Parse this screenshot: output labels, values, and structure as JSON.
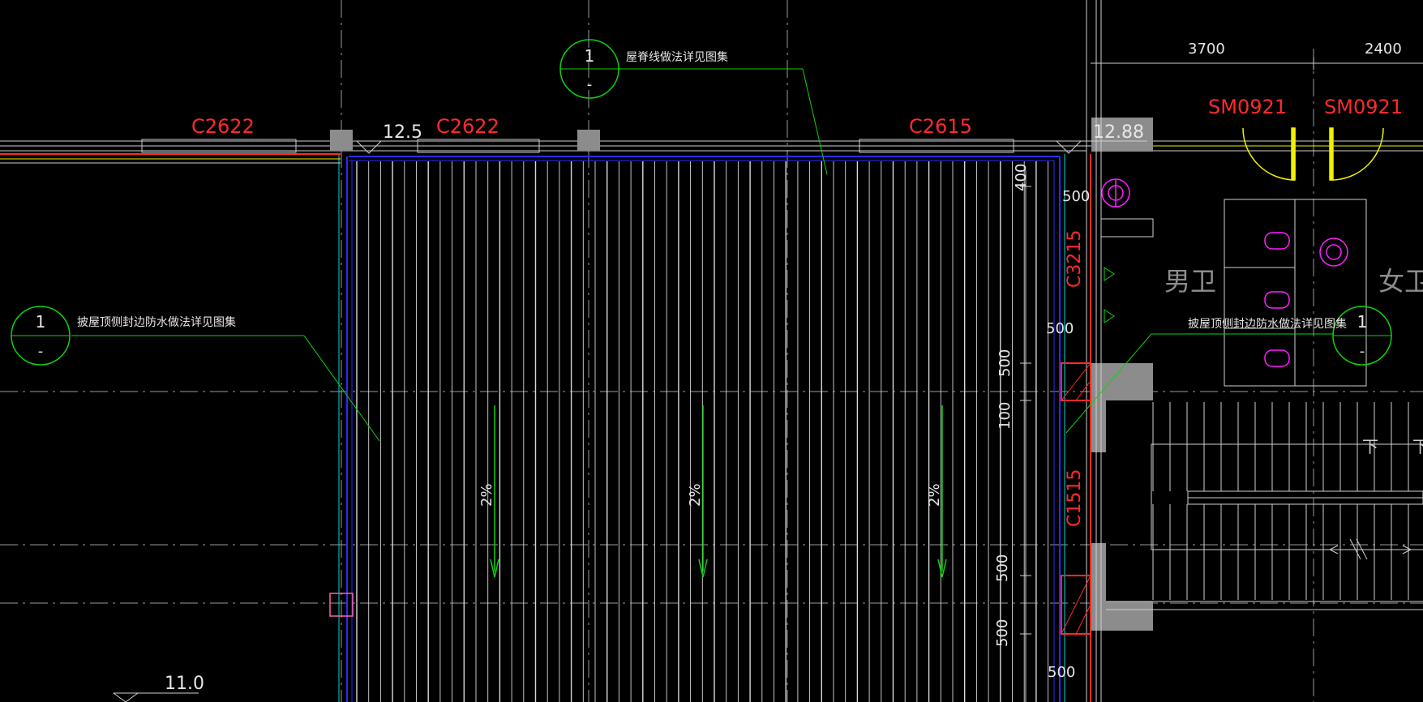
{
  "colors": {
    "background": "#000000",
    "text_white": "#e6e6e6",
    "red": "#ff2a2a",
    "green": "#10d010",
    "blue": "#2a2aff",
    "yellow": "#f0f000",
    "magenta": "#ff20ff",
    "gray": "#8c8c8c",
    "cyan": "#00d6d6"
  },
  "windows": {
    "w1": "C2622",
    "w2": "C2622",
    "w3": "C2615",
    "w4": "C3215",
    "w5": "C1515"
  },
  "doors": {
    "d1": "SM0921",
    "d2": "SM0921"
  },
  "elevations": {
    "e1": "12.5",
    "e2": "12.88",
    "e3": "11.0"
  },
  "dimensions": {
    "top1": "3700",
    "top2": "2400",
    "v400": "400",
    "h500a": "500",
    "h500b": "500",
    "v500a": "500",
    "v100": "100",
    "v500b": "500",
    "v500c": "500",
    "h500c": "500"
  },
  "slopes": {
    "s1": "2%",
    "s2": "2%",
    "s3": "2%"
  },
  "callouts": {
    "c1": {
      "num": "1",
      "sub": "-",
      "note": "屋脊线做法详见图集"
    },
    "c2": {
      "num": "1",
      "sub": "-",
      "note": "披屋顶侧封边防水做法详见图集"
    },
    "c3": {
      "num": "1",
      "sub": "-",
      "note": "披屋顶侧封边防水做法详见图集"
    }
  },
  "rooms": {
    "men": "男卫",
    "women": "女卫"
  },
  "stair": {
    "down": "下",
    "up": "下"
  }
}
